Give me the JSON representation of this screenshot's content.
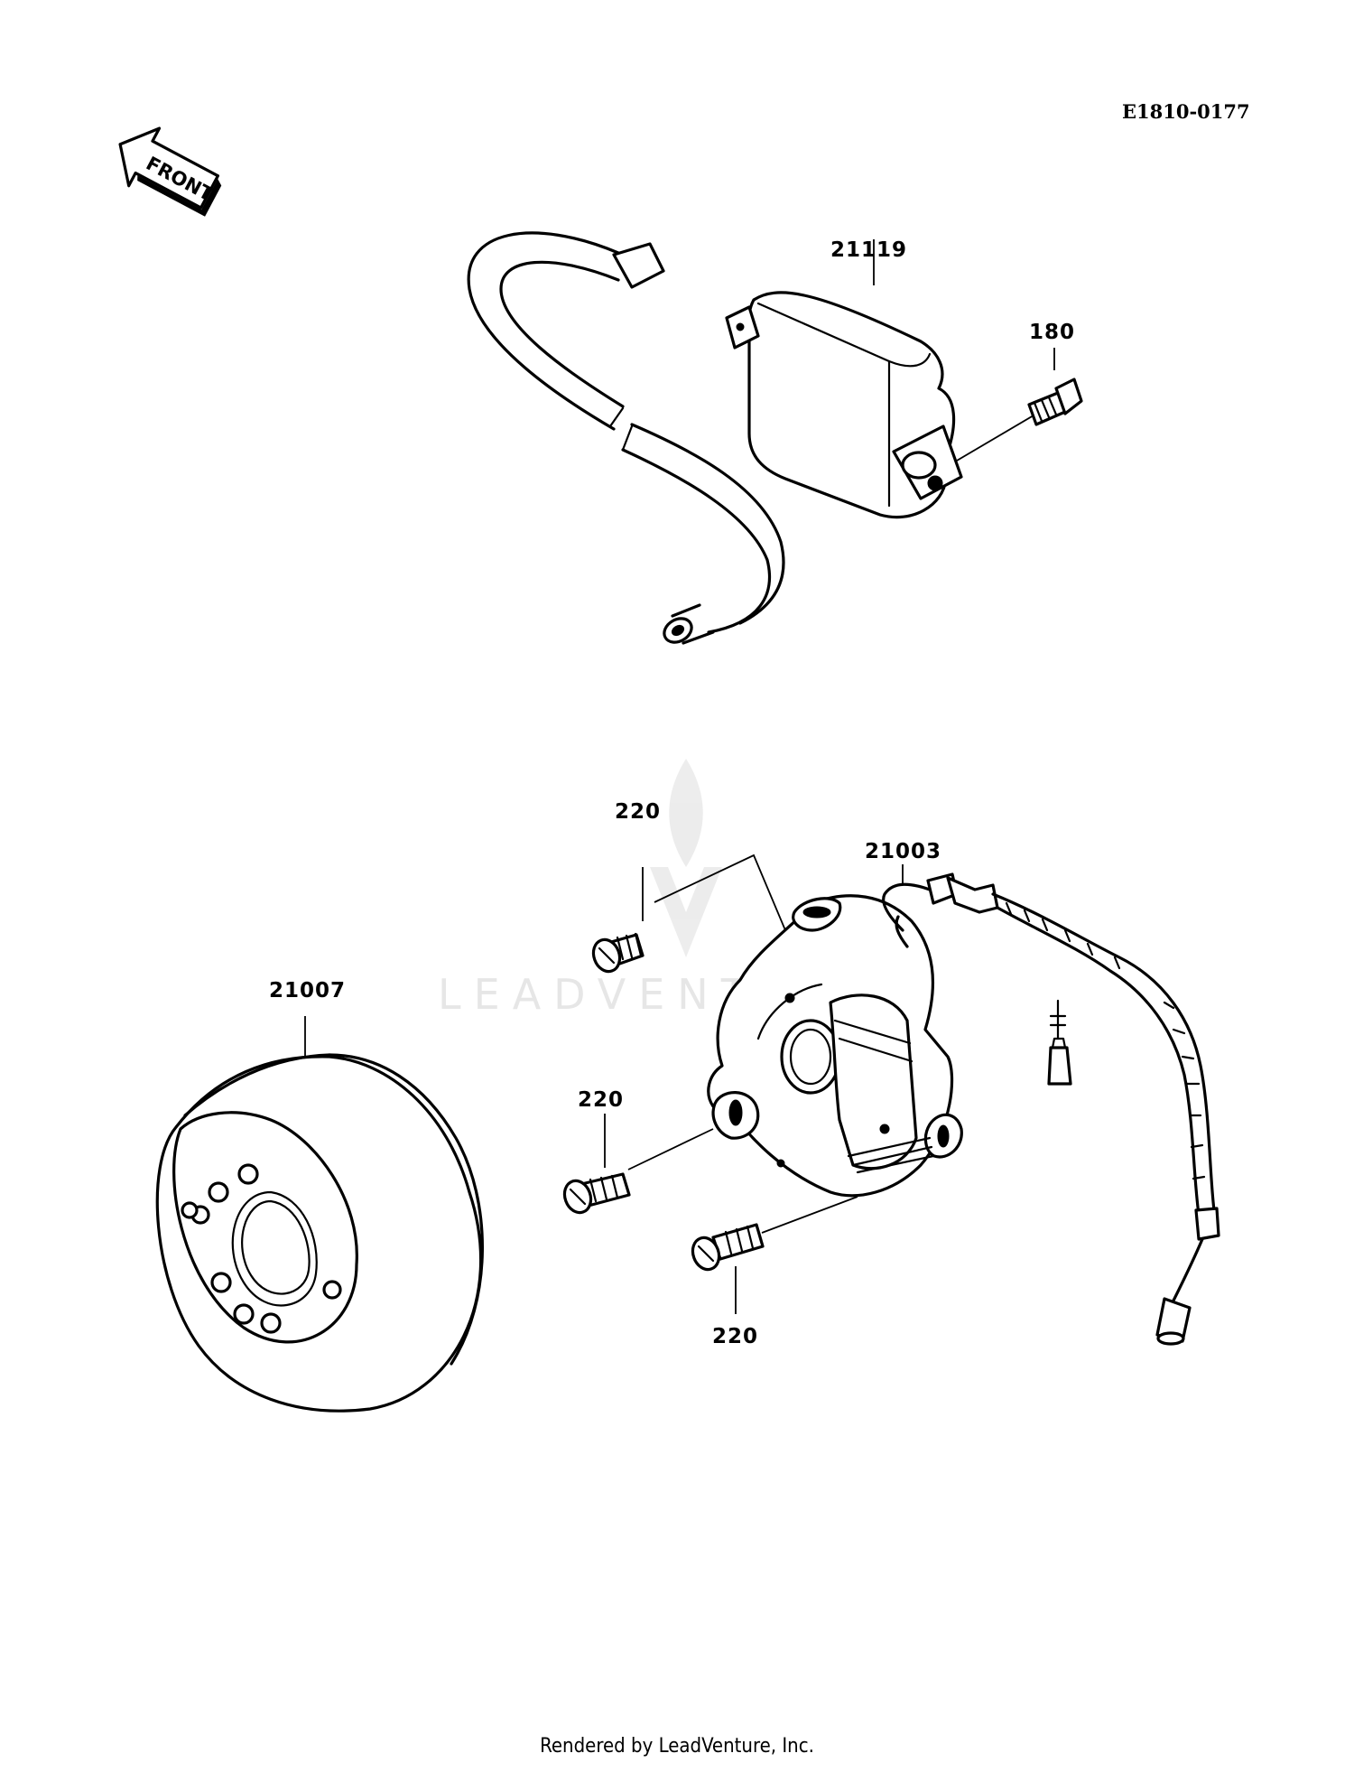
{
  "diagram_code": "E1810-0177",
  "front_label": "FRONT",
  "watermark": "LEADVENTURE",
  "footer": "Rendered by LeadVenture, Inc.",
  "parts": {
    "ignition_coil": "21119",
    "coil_bolt": "180",
    "stator": "21003",
    "flywheel": "21007",
    "screw_top": "220",
    "screw_middle": "220",
    "screw_bottom": "220"
  }
}
